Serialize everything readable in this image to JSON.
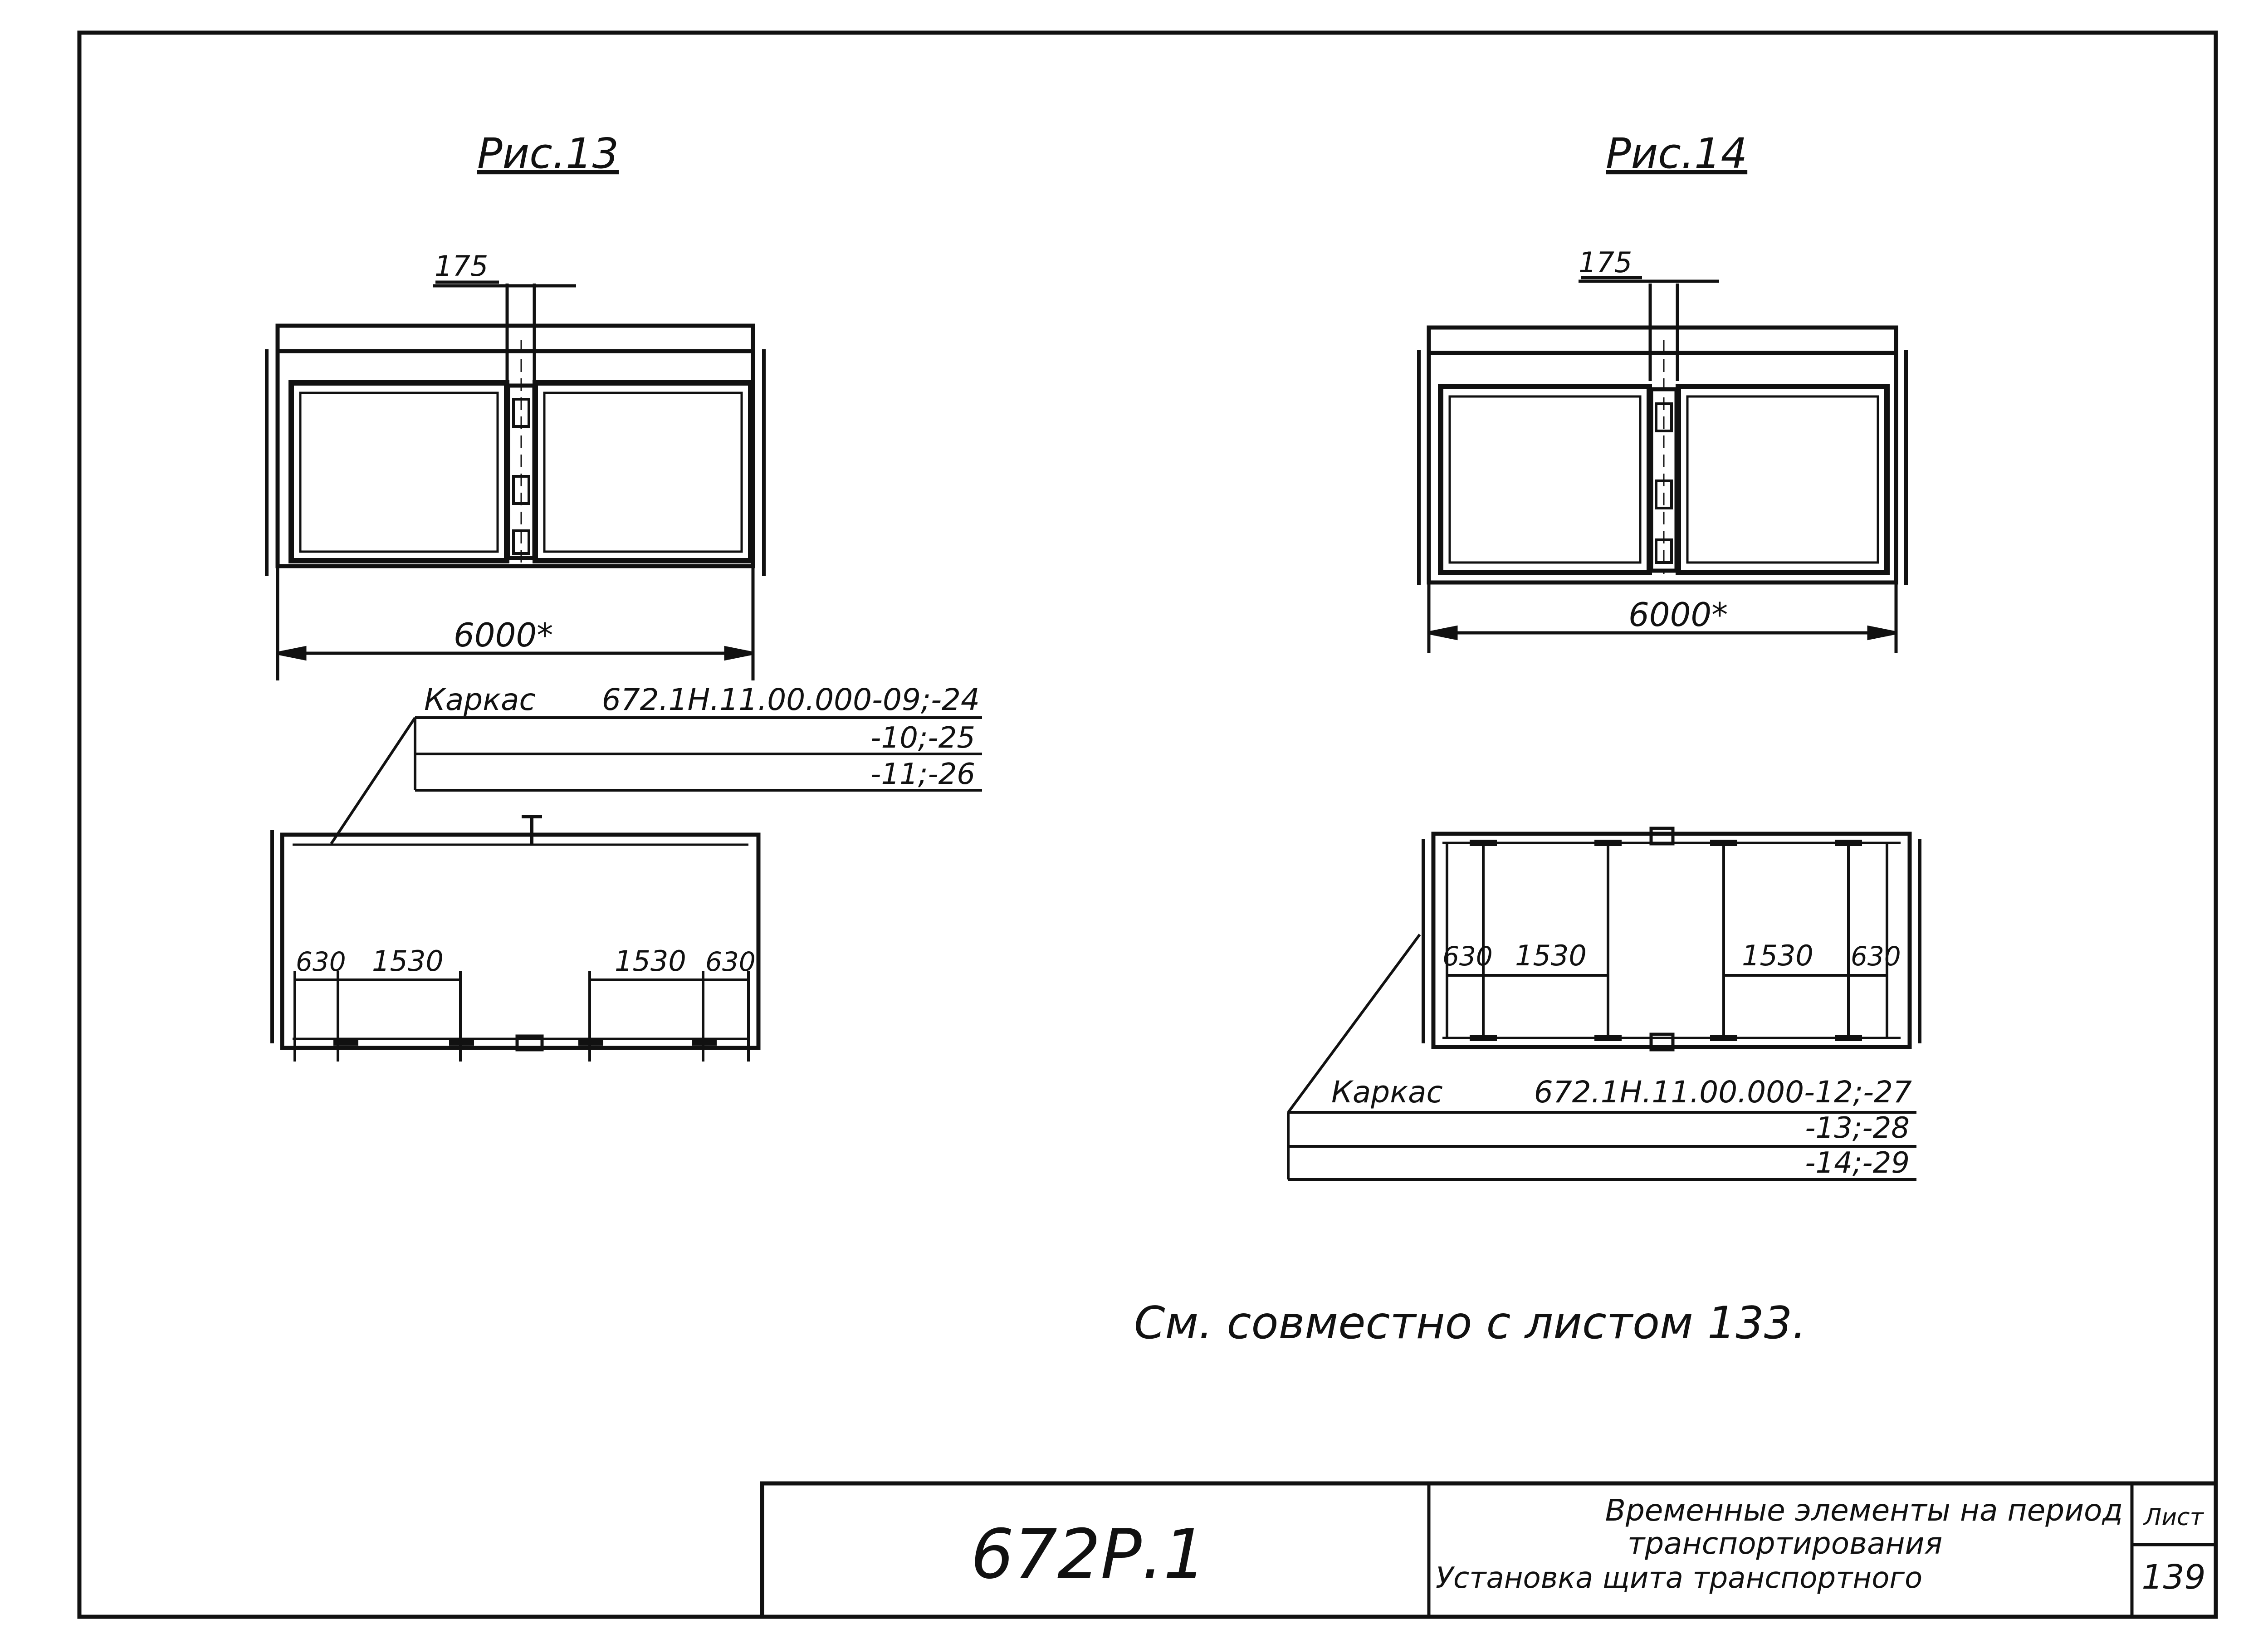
{
  "figure_left": {
    "caption": "Рис.13",
    "dim_offset": "175",
    "dim_length": "6000*",
    "frame_label": {
      "name": "Каркас",
      "code_line1": "672.1Н.11.00.000-09;-24",
      "code_line2": "-10;-25",
      "code_line3": "-11;-26"
    },
    "dim_a1": "630",
    "dim_b1": "1530",
    "dim_b2": "1530",
    "dim_a2": "630"
  },
  "figure_right": {
    "caption": "Рис.14",
    "dim_offset": "175",
    "dim_length": "6000*",
    "frame_label": {
      "name": "Каркас",
      "code_line1": "672.1Н.11.00.000-12;-27",
      "code_line2": "-13;-28",
      "code_line3": "-14;-29"
    },
    "dim_a1": "630",
    "dim_b1": "1530",
    "dim_b2": "1530",
    "dim_a2": "630"
  },
  "note": "См. совместно с листом 133.",
  "title_block": {
    "document_code": "672Р.1",
    "title_line1": "Временные элементы на период",
    "title_line2": "транспортирования",
    "title_line3": "Установка щита транспортного",
    "sheet_label": "Лист",
    "sheet_number": "139"
  }
}
